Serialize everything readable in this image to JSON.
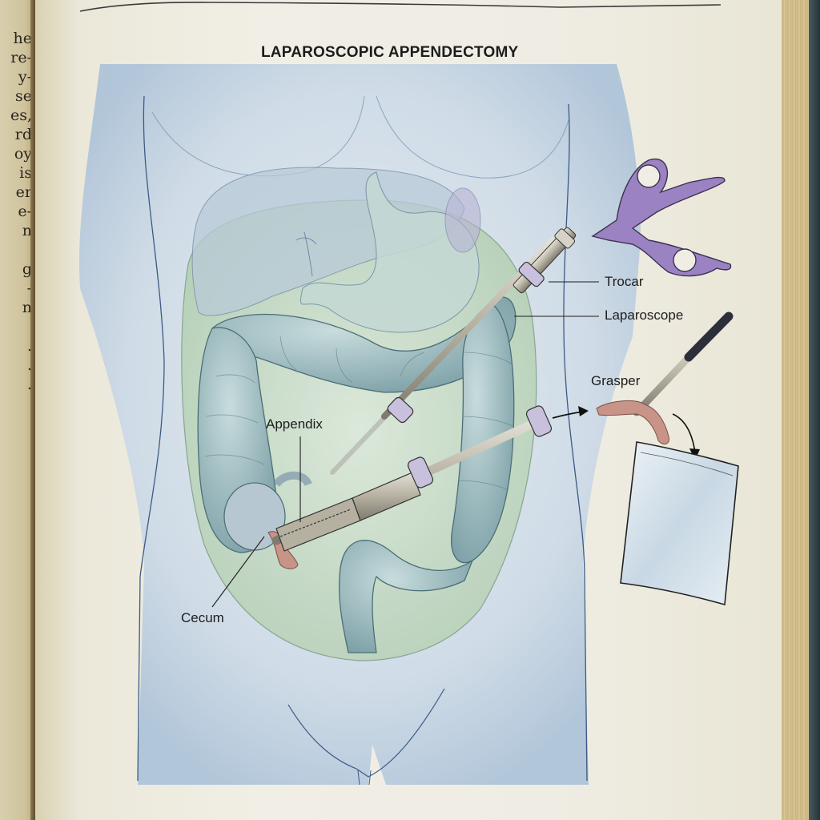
{
  "left_page": {
    "text_fragments": [
      "he",
      "re-",
      "y-",
      "se",
      "es,",
      "rd",
      "oy",
      "is",
      "er",
      "e-",
      "n",
      "",
      "g",
      "-",
      "n",
      "",
      ".",
      ".",
      "."
    ]
  },
  "figure": {
    "title": "LAPAROSCOPIC APPENDECTOMY",
    "labels": {
      "trocar": "Trocar",
      "laparoscope": "Laparoscope",
      "grasper": "Grasper",
      "appendix": "Appendix",
      "cecum": "Cecum"
    },
    "colors": {
      "body": "#b9cde0",
      "body_outline": "#3d5a86",
      "abdominal_cavity": "#bdd6bf",
      "colon": "#8fb1b5",
      "appendix": "#c89488",
      "instrument_handle": "#9b82c2",
      "trocar_ring": "#c9c0dd",
      "shaft": "#b8b3a4",
      "specimen_bag": "#d5e1ea"
    }
  }
}
